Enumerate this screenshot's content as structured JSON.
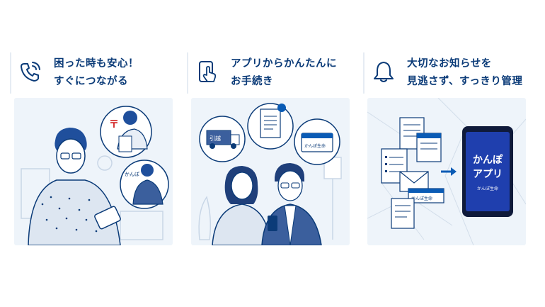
{
  "features": [
    {
      "icon": "phone-icon",
      "line1": "困った時も安心！",
      "line2": "すぐにつながる"
    },
    {
      "icon": "smartphone-tap-icon",
      "line1": "アプリからかんたんに",
      "line2": "お手続き"
    },
    {
      "icon": "bell-icon",
      "line1": "大切なお知らせを",
      "line2": "見逃さず、すっきり管理"
    }
  ],
  "illustration1": {
    "caller_label": "かんぽ"
  },
  "illustration2": {
    "truck_label": "引越",
    "card_label": "かんぽ生命"
  },
  "illustration3": {
    "card_label": "かんぽ生命",
    "app_line1": "かんぽ",
    "app_line2": "アプリ",
    "app_brand": "かんぽ生命"
  },
  "colors": {
    "heading": "#0b3b78",
    "accent": "#0a5bb5",
    "card_bg": "#eef4fa",
    "app_screen": "#1f3fae"
  }
}
